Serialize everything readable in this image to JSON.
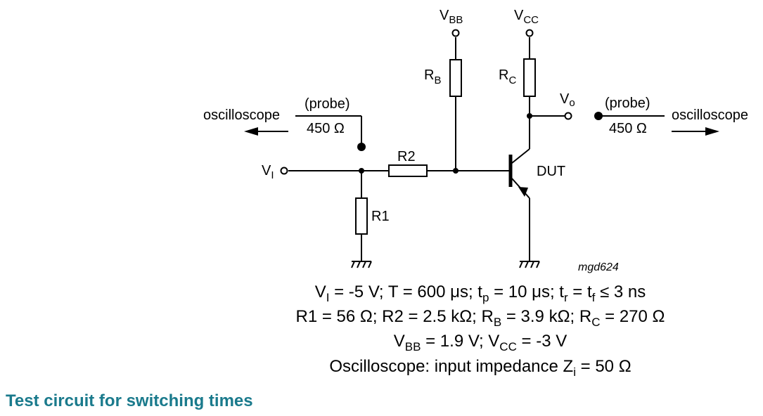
{
  "labels": {
    "vbb_main": "V",
    "vbb_sub": "BB",
    "vcc_main": "V",
    "vcc_sub": "CC",
    "rb_main": "R",
    "rb_sub": "B",
    "rc_main": "R",
    "rc_sub": "C",
    "vo_main": "V",
    "vo_sub": "o",
    "vi_main": "V",
    "vi_sub": "I",
    "r1": "R1",
    "r2": "R2",
    "dut": "DUT",
    "probe_left": "(probe)",
    "probe_left_imp": "450 Ω",
    "scope_left": "oscilloscope",
    "probe_right": "(probe)",
    "probe_right_imp": "450 Ω",
    "scope_right": "oscilloscope",
    "figure_code": "mgd624"
  },
  "conditions": {
    "line1": {
      "a": "V",
      "a_sub": "I",
      "b": " = -5 V; T = 600 μs; t",
      "b_sub": "p",
      "c": " = 10 μs; t",
      "c_sub": "r",
      "d": " = t",
      "d_sub": "f",
      "e": " ≤ 3 ns"
    },
    "line2": {
      "a": "R1 = 56 Ω; R2 = 2.5 kΩ; R",
      "a_sub": "B",
      "b": " = 3.9 kΩ; R",
      "b_sub": "C",
      "c": " = 270 Ω"
    },
    "line3": {
      "a": "V",
      "a_sub": "BB",
      "b": " = 1.9 V; V",
      "b_sub": "CC",
      "c": " = -3 V"
    },
    "line4": {
      "a": "Oscilloscope: input impedance Z",
      "a_sub": "i",
      "b": " = 50 Ω"
    }
  },
  "caption": "Test circuit for switching times",
  "colors": {
    "caption": "#1a7a8c",
    "ink": "#000000"
  }
}
